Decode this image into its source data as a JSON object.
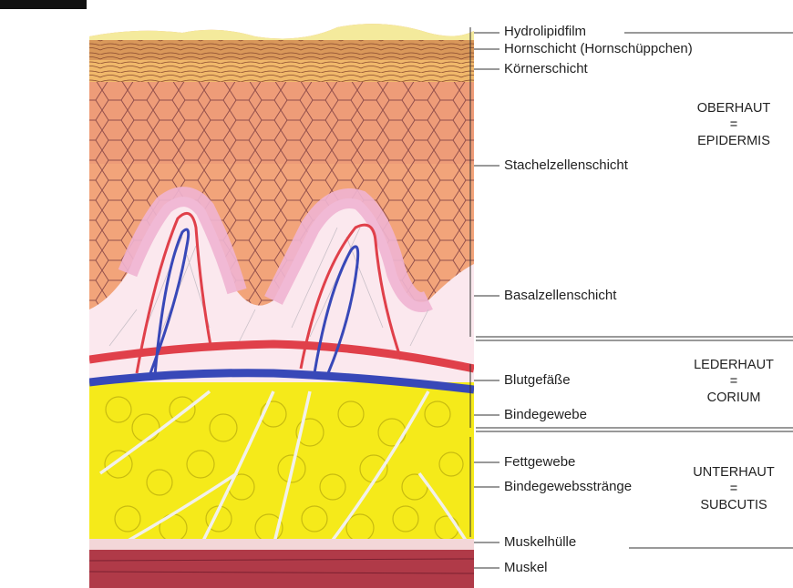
{
  "layer_labels": {
    "hydrolipidfilm": "Hydrolipidfilm",
    "hornschicht": "Hornschicht (Hornschüppchen)",
    "koernerschicht": "Körnerschicht",
    "stachelzellenschicht": "Stachelzellenschicht",
    "basalzellenschicht": "Basalzellenschicht",
    "blutgefaesse": "Blutgefäße",
    "bindegewebe": "Bindegewebe",
    "fettgewebe": "Fettgewebe",
    "bindegewebsstraenge": "Bindegewebsstränge",
    "muskelhuelle": "Muskelhülle",
    "muskel": "Muskel"
  },
  "zones": {
    "oberhaut": {
      "name": "OBERHAUT",
      "eq": "=",
      "alt": "EPIDERMIS"
    },
    "lederhaut": {
      "name": "LEDERHAUT",
      "eq": "=",
      "alt": "CORIUM"
    },
    "unterhaut": {
      "name": "UNTERHAUT",
      "eq": "=",
      "alt": "SUBCUTIS"
    }
  },
  "colors": {
    "hydrolipid": "#f4ea9c",
    "horn": "#d9985a",
    "koerner": "#f0b86a",
    "stachel": "#f2a47a",
    "basal_pink": "#f0b4d2",
    "dermis": "#fbe8ee",
    "artery": "#e0404a",
    "vein": "#3848b8",
    "fat": "#f5ea1a",
    "muscle": "#b03a48",
    "muscle_sheath": "#f3d6d8"
  }
}
